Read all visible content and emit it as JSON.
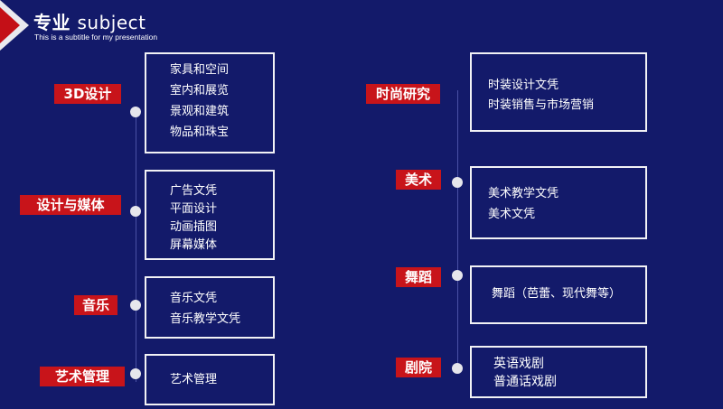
{
  "header": {
    "title_cn": "专业",
    "title_en": "subject",
    "subtitle": "This is a subtitle for my presentation"
  },
  "left_column": [
    {
      "category": "3D设计",
      "items": [
        "家具和空间",
        "室内和展览",
        "景观和建筑",
        "物品和珠宝"
      ]
    },
    {
      "category": "设计与媒体",
      "items": [
        "广告文凭",
        "平面设计",
        "动画插图",
        "屏幕媒体"
      ]
    },
    {
      "category": "音乐",
      "items": [
        "音乐文凭",
        "音乐教学文凭"
      ]
    },
    {
      "category": "艺术管理",
      "items": [
        "艺术管理"
      ]
    }
  ],
  "right_column": [
    {
      "category": "时尚研究",
      "items": [
        "时装设计文凭",
        "时装销售与市场营销"
      ]
    },
    {
      "category": "美术",
      "items": [
        "美术教学文凭",
        "美术文凭"
      ]
    },
    {
      "category": "舞蹈",
      "items": [
        "舞蹈（芭蕾、现代舞等）"
      ]
    },
    {
      "category": "剧院",
      "items": [
        "英语戏剧",
        "普通话戏剧"
      ]
    }
  ],
  "colors": {
    "background": "#131A6A",
    "accent_red": "#C8141A",
    "box_border": "#F2F2F5",
    "dot": "#E6E6EC"
  }
}
